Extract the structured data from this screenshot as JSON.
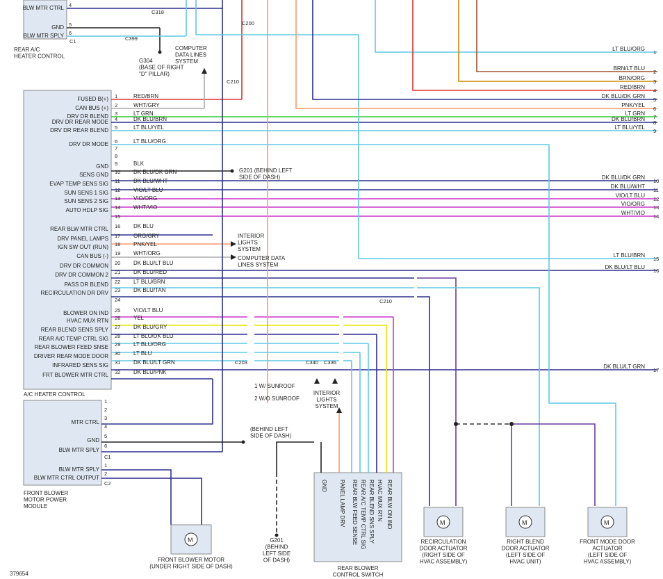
{
  "figure_id": "379654",
  "modules": {
    "rear_ac_heater_control": {
      "label": "REAR A/C\nHEATER CONTROL",
      "pins": [
        {
          "n": "4",
          "name": "BLW MTR CTRL"
        },
        {
          "n": "5",
          "name": "GND"
        },
        {
          "n": "6",
          "name": "BLW MTR SPLY"
        }
      ],
      "connector": "C1"
    },
    "ac_heater_control": {
      "label": "A/C HEATER CONTROL",
      "pins": [
        {
          "n": "1",
          "name": "FUSED B(+)",
          "wire": "RED/BRN"
        },
        {
          "n": "2",
          "name": "CAN BUS (+)",
          "wire": "WHT/GRY"
        },
        {
          "n": "3",
          "name": "DRV DR BLEND",
          "wire": "LT GRN"
        },
        {
          "n": "4",
          "name": "DRV DR REAR MODE",
          "wire": "DK BLU/BRN"
        },
        {
          "n": "5",
          "name": "DRV DR REAR BLEND",
          "wire": "LT BLU/YEL"
        },
        {
          "n": "6",
          "name": "DRV DR MODE",
          "wire": "LT BLU/ORG"
        },
        {
          "n": "7",
          "name": "",
          "wire": ""
        },
        {
          "n": "8",
          "name": "",
          "wire": ""
        },
        {
          "n": "9",
          "name": "GND",
          "wire": "BLK"
        },
        {
          "n": "10",
          "name": "SENS GND",
          "wire": "DK BLU/DK GRN"
        },
        {
          "n": "11",
          "name": "EVAP TEMP SENS SIG",
          "wire": "DK BLU/WHT"
        },
        {
          "n": "12",
          "name": "SUN SENS 1 SIG",
          "wire": "VIO/LT BLU"
        },
        {
          "n": "13",
          "name": "SUN SENS 2 SIG",
          "wire": "VIO/ORG"
        },
        {
          "n": "14",
          "name": "AUTO HDLP SIG",
          "wire": "WHT/VIO"
        },
        {
          "n": "15",
          "name": "",
          "wire": ""
        },
        {
          "n": "16",
          "name": "REAR BLW MTR CTRL",
          "wire": "DK BLU"
        },
        {
          "n": "17",
          "name": "DRV PANEL LAMPS",
          "wire": "ORG/GRY"
        },
        {
          "n": "18",
          "name": "IGN SW OUT (RUN)",
          "wire": "PNK/YEL"
        },
        {
          "n": "19",
          "name": "CAN BUS (-)",
          "wire": "WHT/ORG"
        },
        {
          "n": "20",
          "name": "DRV DR COMMON",
          "wire": "DK BLU/LT BLU"
        },
        {
          "n": "21",
          "name": "DRV DR COMMON 2",
          "wire": "DK BLU/RED"
        },
        {
          "n": "22",
          "name": "PASS DR BLEND",
          "wire": "LT BLU/BRN"
        },
        {
          "n": "23",
          "name": "RECIRCULATION DR DRV",
          "wire": "DK BLU/TAN"
        },
        {
          "n": "24",
          "name": "",
          "wire": ""
        },
        {
          "n": "25",
          "name": "BLOWER ON IND",
          "wire": "VIO/LT BLU"
        },
        {
          "n": "26",
          "name": "HVAC MUX RTN",
          "wire": "YEL"
        },
        {
          "n": "27",
          "name": "REAR BLEND SENS SPLY",
          "wire": "DK BLU/GRY"
        },
        {
          "n": "28",
          "name": "REAR A/C TEMP CTRL SIG",
          "wire": "LT BLU/DK BLU"
        },
        {
          "n": "29",
          "name": "REAR BLOWER FEED SNSE",
          "wire": "LT BLU/ORG"
        },
        {
          "n": "30",
          "name": "DRIVER REAR MODE DOOR",
          "wire": "LT BLU"
        },
        {
          "n": "31",
          "name": "INFRARED SENS SIG",
          "wire": "DK BLU/LT GRN"
        },
        {
          "n": "32",
          "name": "FRT BLOWER MTR CTRL",
          "wire": "DK BLU/PNK"
        }
      ]
    },
    "front_blower_motor_power_module": {
      "label": "FRONT BLOWER\nMOTOR POWER\nMODULE",
      "pins_c1": [
        {
          "n": "1",
          "name": ""
        },
        {
          "n": "2",
          "name": ""
        },
        {
          "n": "3",
          "name": "MTR CTRL"
        },
        {
          "n": "4",
          "name": ""
        },
        {
          "n": "5",
          "name": "GND"
        },
        {
          "n": "6",
          "name": "BLW MTR SPLY"
        }
      ],
      "pins_c2": [
        {
          "n": "1",
          "name": "BLW MTR SPLY"
        },
        {
          "n": "2",
          "name": "BLW MTR CTRL OUTPUT"
        }
      ]
    },
    "rear_blower_control_switch": {
      "label": "REAR BLOWER\nCONTROL SWITCH",
      "pins": [
        "GND",
        "PANEL LAMP DRV",
        "REAR BLW FEED SENSE",
        "REAR A/C TEMP CTRL SIG",
        "REAR BLEND SNS SPLY",
        "HVAC MUX RTN",
        "REAR BLW ON IND"
      ]
    },
    "front_blower_motor": {
      "label": "FRONT BLOWER MOTOR\n(UNDER RIGHT SIDE OF DASH)"
    },
    "recirc_actuator": {
      "label": "RECIRCULATION\nDOOR ACTUATOR\n(RIGHT SIDE OF\nHVAC ASSEMBLY)"
    },
    "right_blend_actuator": {
      "label": "RIGHT BLEND\nDOOR ACTUATOR\n(LEFT SIDE OF\nHVAC UNIT)"
    },
    "front_mode_actuator": {
      "label": "FRONT MODE DOOR\nACTUATOR\n(LEFT SIDE OF\nHVAC ASSEMBLY)"
    }
  },
  "notes": {
    "g304": "G304\n(BASE OF RIGHT\n\"D\" PILLAR)",
    "comp_data_top": "COMPUTER\nDATA LINES\nSYSTEM",
    "g201_behind": "G201  (BEHIND LEFT\nSIDE OF DASH)",
    "interior_lights": "INTERIOR\nLIGHTS\nSYSTEM",
    "comp_data_mid": "COMPUTER DATA\nLINES SYSTEM",
    "sunroof_1": "W/ SUNROOF",
    "sunroof_2": "W/O SUNROOF",
    "interior_lights_2": "INTERIOR\nLIGHTS\nSYSTEM",
    "g201_front": "(BEHIND LEFT\nSIDE OF DASH)",
    "g201_bottom": "G201\n(BEHIND\nLEFT SIDE\nOF DASH)",
    "connectors": [
      "C318",
      "C399",
      "C200",
      "C210",
      "C203",
      "C340",
      "C336",
      "C210"
    ]
  },
  "right_edge_wires": [
    {
      "label": "LT BLU/ORG",
      "n": "1"
    },
    {
      "label": "BRN/LT BLU",
      "n": "2"
    },
    {
      "label": "BRN/ORG",
      "n": "3"
    },
    {
      "label": "RED/BRN",
      "n": "4"
    },
    {
      "label": "DK BLU/DK GRN",
      "n": "5"
    },
    {
      "label": "PNK/YEL",
      "n": "6"
    },
    {
      "label": "LT GRN",
      "n": "7"
    },
    {
      "label": "DK BLU/BRN",
      "n": "8"
    },
    {
      "label": "LT BLU/YEL",
      "n": "9"
    },
    {
      "label": "DK BLU/DK GRN",
      "n": "10"
    },
    {
      "label": "DK BLU/WHT",
      "n": "11"
    },
    {
      "label": "VIO/LT BLU",
      "n": "12"
    },
    {
      "label": "VIO/ORG",
      "n": "13"
    },
    {
      "label": "WHT/VIO",
      "n": "14"
    },
    {
      "label": "LT BLU/BRN",
      "n": "15"
    },
    {
      "label": "DK BLU/LT BLU",
      "n": "16"
    },
    {
      "label": "DK BLU/LT GRN",
      "n": "17"
    }
  ],
  "colors": {
    "red": "#e03030",
    "dkblu": "#2b2f8e",
    "ltblu": "#5ec8e6",
    "green": "#33cc33",
    "violet": "#cc33cc",
    "orange": "#ff9966",
    "yellow": "#e6e600",
    "brown": "#a0522d",
    "gray": "#888888",
    "black": "#222222"
  }
}
